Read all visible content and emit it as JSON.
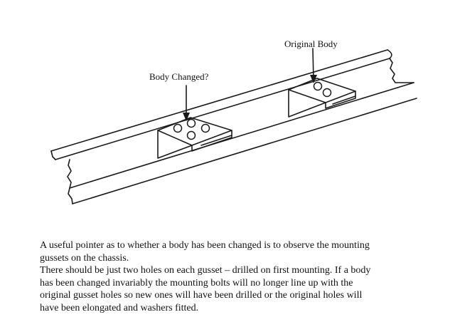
{
  "diagram": {
    "callouts": {
      "original": "Original Body",
      "changed": "Body Changed?"
    }
  },
  "caption": {
    "lines": [
      "A useful pointer as to whether a body has been changed is to observe the mounting",
      "gussets on the chassis.",
      "There should be just two holes on each gusset – drilled on first mounting. If a body",
      "has been changed invariably the mounting bolts will no longer line up with the",
      "original gusset holes so new ones will have been drilled or the original holes will",
      "have been elongated and washers fitted."
    ]
  }
}
